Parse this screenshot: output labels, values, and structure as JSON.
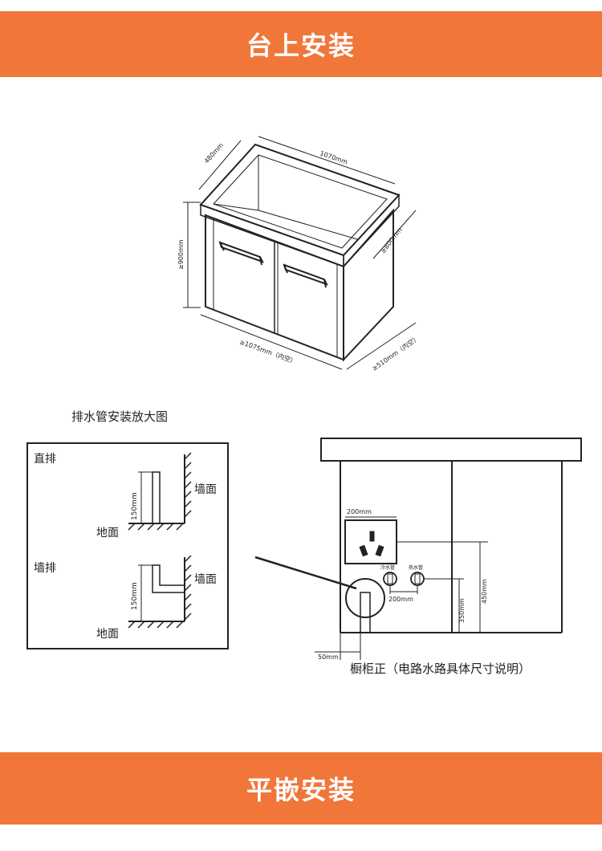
{
  "banners": {
    "top": "台上安装",
    "bottom": "平嵌安装"
  },
  "cabinet_3d": {
    "dim_depth_top": "480mm",
    "dim_width_top": "1070mm",
    "dim_height_left": "≥900mm",
    "dim_height_right": "≥800mm",
    "dim_width_bottom": "≥1075mm（内空）",
    "dim_depth_bottom": "≥510mm（内空）"
  },
  "drain_section": {
    "title": "排水管安装放大图",
    "direct": {
      "label": "直排",
      "wall": "墙面",
      "floor": "地面",
      "height": "150mm"
    },
    "wall_drain": {
      "label": "墙排",
      "wall": "墙面",
      "floor": "地面",
      "height": "150mm"
    }
  },
  "cabinet_front": {
    "dim_socket_width": "200mm",
    "cold_water": "冷水管",
    "hot_water": "热水管",
    "dim_pipe_spacing": "200mm",
    "dim_pipe_height": "350mm",
    "dim_socket_height": "450mm",
    "dim_drain_offset": "50mm",
    "caption": "橱柜正（电路水路具体尺寸说明）"
  },
  "colors": {
    "banner": "#f0763a",
    "line": "#222222"
  }
}
